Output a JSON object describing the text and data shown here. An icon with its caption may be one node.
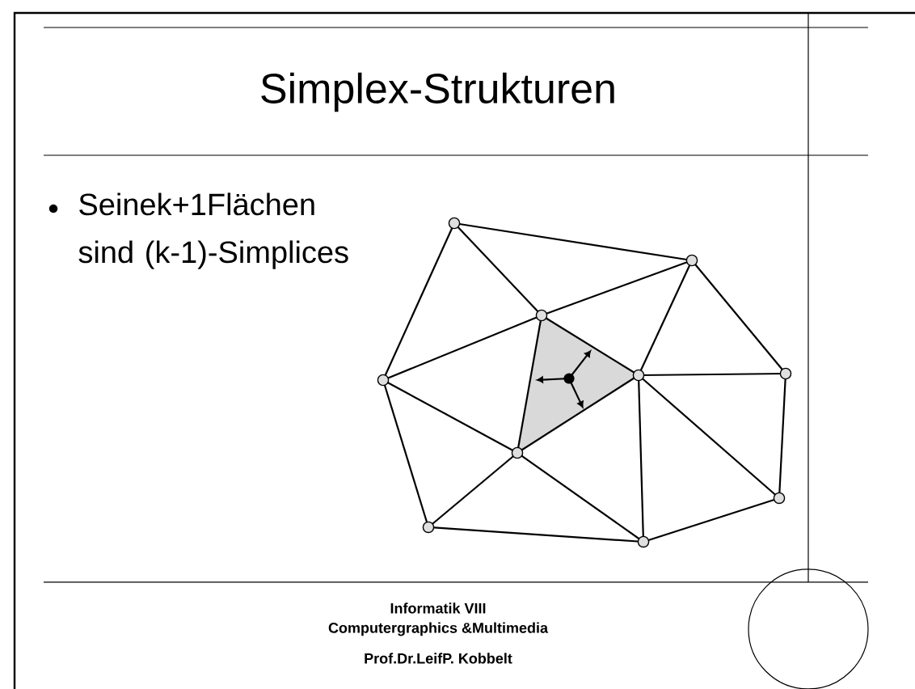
{
  "diagram": {
    "title": "Simplex-Strukturen",
    "labels": [
      "Seinek+1Flächen sind (k-1)-Simplices",
      "Informatik VIII",
      "Computergraphics &Multimedia",
      "Prof.Dr.LeifP. Kobbelt"
    ]
  }
}
